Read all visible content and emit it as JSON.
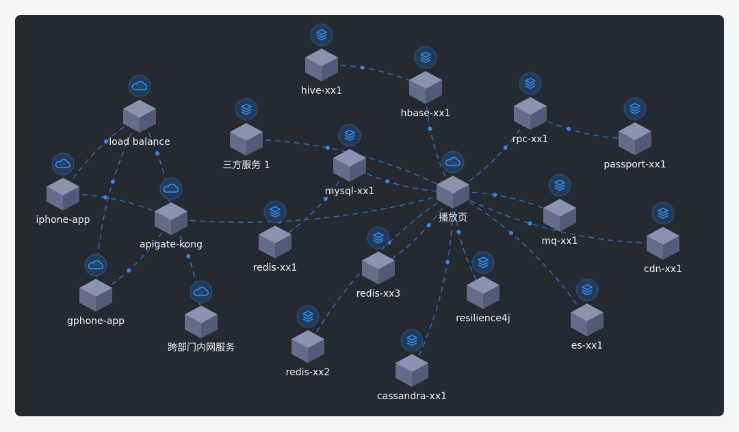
{
  "colors": {
    "background": "#252932",
    "page": "#f4f5f7",
    "cube_top": "#8a93af",
    "cube_left": "#636c89",
    "cube_right": "#515a76",
    "badge_fill": "#1d3a5e",
    "icon": "#3b90ee",
    "link": "#3f7fd6",
    "label": "#f1f3f6"
  },
  "nodes": [
    {
      "id": "hive",
      "label": "hive-xx1",
      "icon": "stack-icon"
    },
    {
      "id": "hbase",
      "label": "hbase-xx1",
      "icon": "stack-icon"
    },
    {
      "id": "rpc",
      "label": "rpc-xx1",
      "icon": "stack-icon"
    },
    {
      "id": "passport",
      "label": "passport-xx1",
      "icon": "stack-icon"
    },
    {
      "id": "lb",
      "label": "load balance",
      "icon": "cloud-icon"
    },
    {
      "id": "sanfang",
      "label": "三方服务 1",
      "icon": "stack-icon"
    },
    {
      "id": "mysql",
      "label": "mysql-xx1",
      "icon": "stack-icon"
    },
    {
      "id": "bofang",
      "label": "播放页",
      "icon": "cloud-icon"
    },
    {
      "id": "iphone",
      "label": "iphone-app",
      "icon": "cloud-icon"
    },
    {
      "id": "apigate",
      "label": "apigate-kong",
      "icon": "cloud-icon"
    },
    {
      "id": "redis1",
      "label": "redis-xx1",
      "icon": "stack-icon"
    },
    {
      "id": "mq",
      "label": "mq-xx1",
      "icon": "stack-icon"
    },
    {
      "id": "cdn",
      "label": "cdn-xx1",
      "icon": "stack-icon"
    },
    {
      "id": "redis3",
      "label": "redis-xx3",
      "icon": "stack-icon"
    },
    {
      "id": "res4j",
      "label": "resilience4j",
      "icon": "stack-icon"
    },
    {
      "id": "gphone",
      "label": "gphone-app",
      "icon": "cloud-icon"
    },
    {
      "id": "es",
      "label": "es-xx1",
      "icon": "stack-icon"
    },
    {
      "id": "kuabu",
      "label": "跨部门内网服务",
      "icon": "cloud-icon"
    },
    {
      "id": "redis2",
      "label": "redis-xx2",
      "icon": "stack-icon"
    },
    {
      "id": "cassandra",
      "label": "cassandra-xx1",
      "icon": "stack-icon"
    }
  ],
  "edges": [
    {
      "from": "hive",
      "to": "hbase"
    },
    {
      "from": "hbase",
      "to": "bofang"
    },
    {
      "from": "rpc",
      "to": "bofang"
    },
    {
      "from": "rpc",
      "to": "passport"
    },
    {
      "from": "sanfang",
      "to": "bofang"
    },
    {
      "from": "mysql",
      "to": "bofang"
    },
    {
      "from": "mysql",
      "to": "redis1"
    },
    {
      "from": "apigate",
      "to": "bofang"
    },
    {
      "from": "bofang",
      "to": "mq"
    },
    {
      "from": "bofang",
      "to": "cdn"
    },
    {
      "from": "bofang",
      "to": "es"
    },
    {
      "from": "bofang",
      "to": "res4j"
    },
    {
      "from": "bofang",
      "to": "redis3"
    },
    {
      "from": "bofang",
      "to": "redis2"
    },
    {
      "from": "bofang",
      "to": "cassandra"
    },
    {
      "from": "lb",
      "to": "iphone"
    },
    {
      "from": "lb",
      "to": "apigate"
    },
    {
      "from": "lb",
      "to": "gphone"
    },
    {
      "from": "iphone",
      "to": "apigate"
    },
    {
      "from": "gphone",
      "to": "apigate"
    },
    {
      "from": "apigate",
      "to": "kuabu"
    }
  ]
}
